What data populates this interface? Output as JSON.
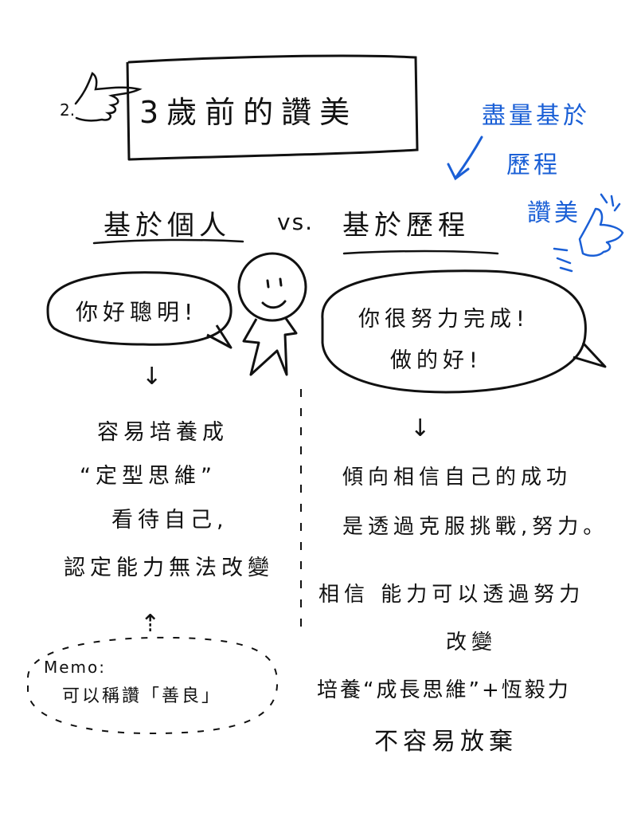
{
  "title": {
    "number": "2.",
    "text": "3歲前的讚美"
  },
  "blue_note": {
    "line1": "盡量基於",
    "line2": "歷程",
    "line3": "讚美"
  },
  "comparison": {
    "left_heading": "基於個人",
    "vs": "vs.",
    "right_heading": "基於歷程"
  },
  "left": {
    "bubble": "你好聰明!",
    "arrow": "↓",
    "lines": [
      "容易培養成",
      "“定型思維”",
      "看待自己,",
      "認定能力無法改變"
    ],
    "memo": {
      "label": "Memo:",
      "text": "可以稱讚「善良」"
    },
    "memo_arrow": "⇡"
  },
  "right": {
    "bubble_line1": "你很努力完成!",
    "bubble_line2": "做的好!",
    "arrow": "↓",
    "lines": [
      "傾向相信自己的成功",
      "是透過克服挑戰,努力。",
      "相信 能力可以透過努力",
      "改變",
      "培養“成長思維”+恆毅力",
      "不容易放棄"
    ]
  },
  "colors": {
    "ink": "#111111",
    "accent_blue": "#1a5fd6"
  }
}
